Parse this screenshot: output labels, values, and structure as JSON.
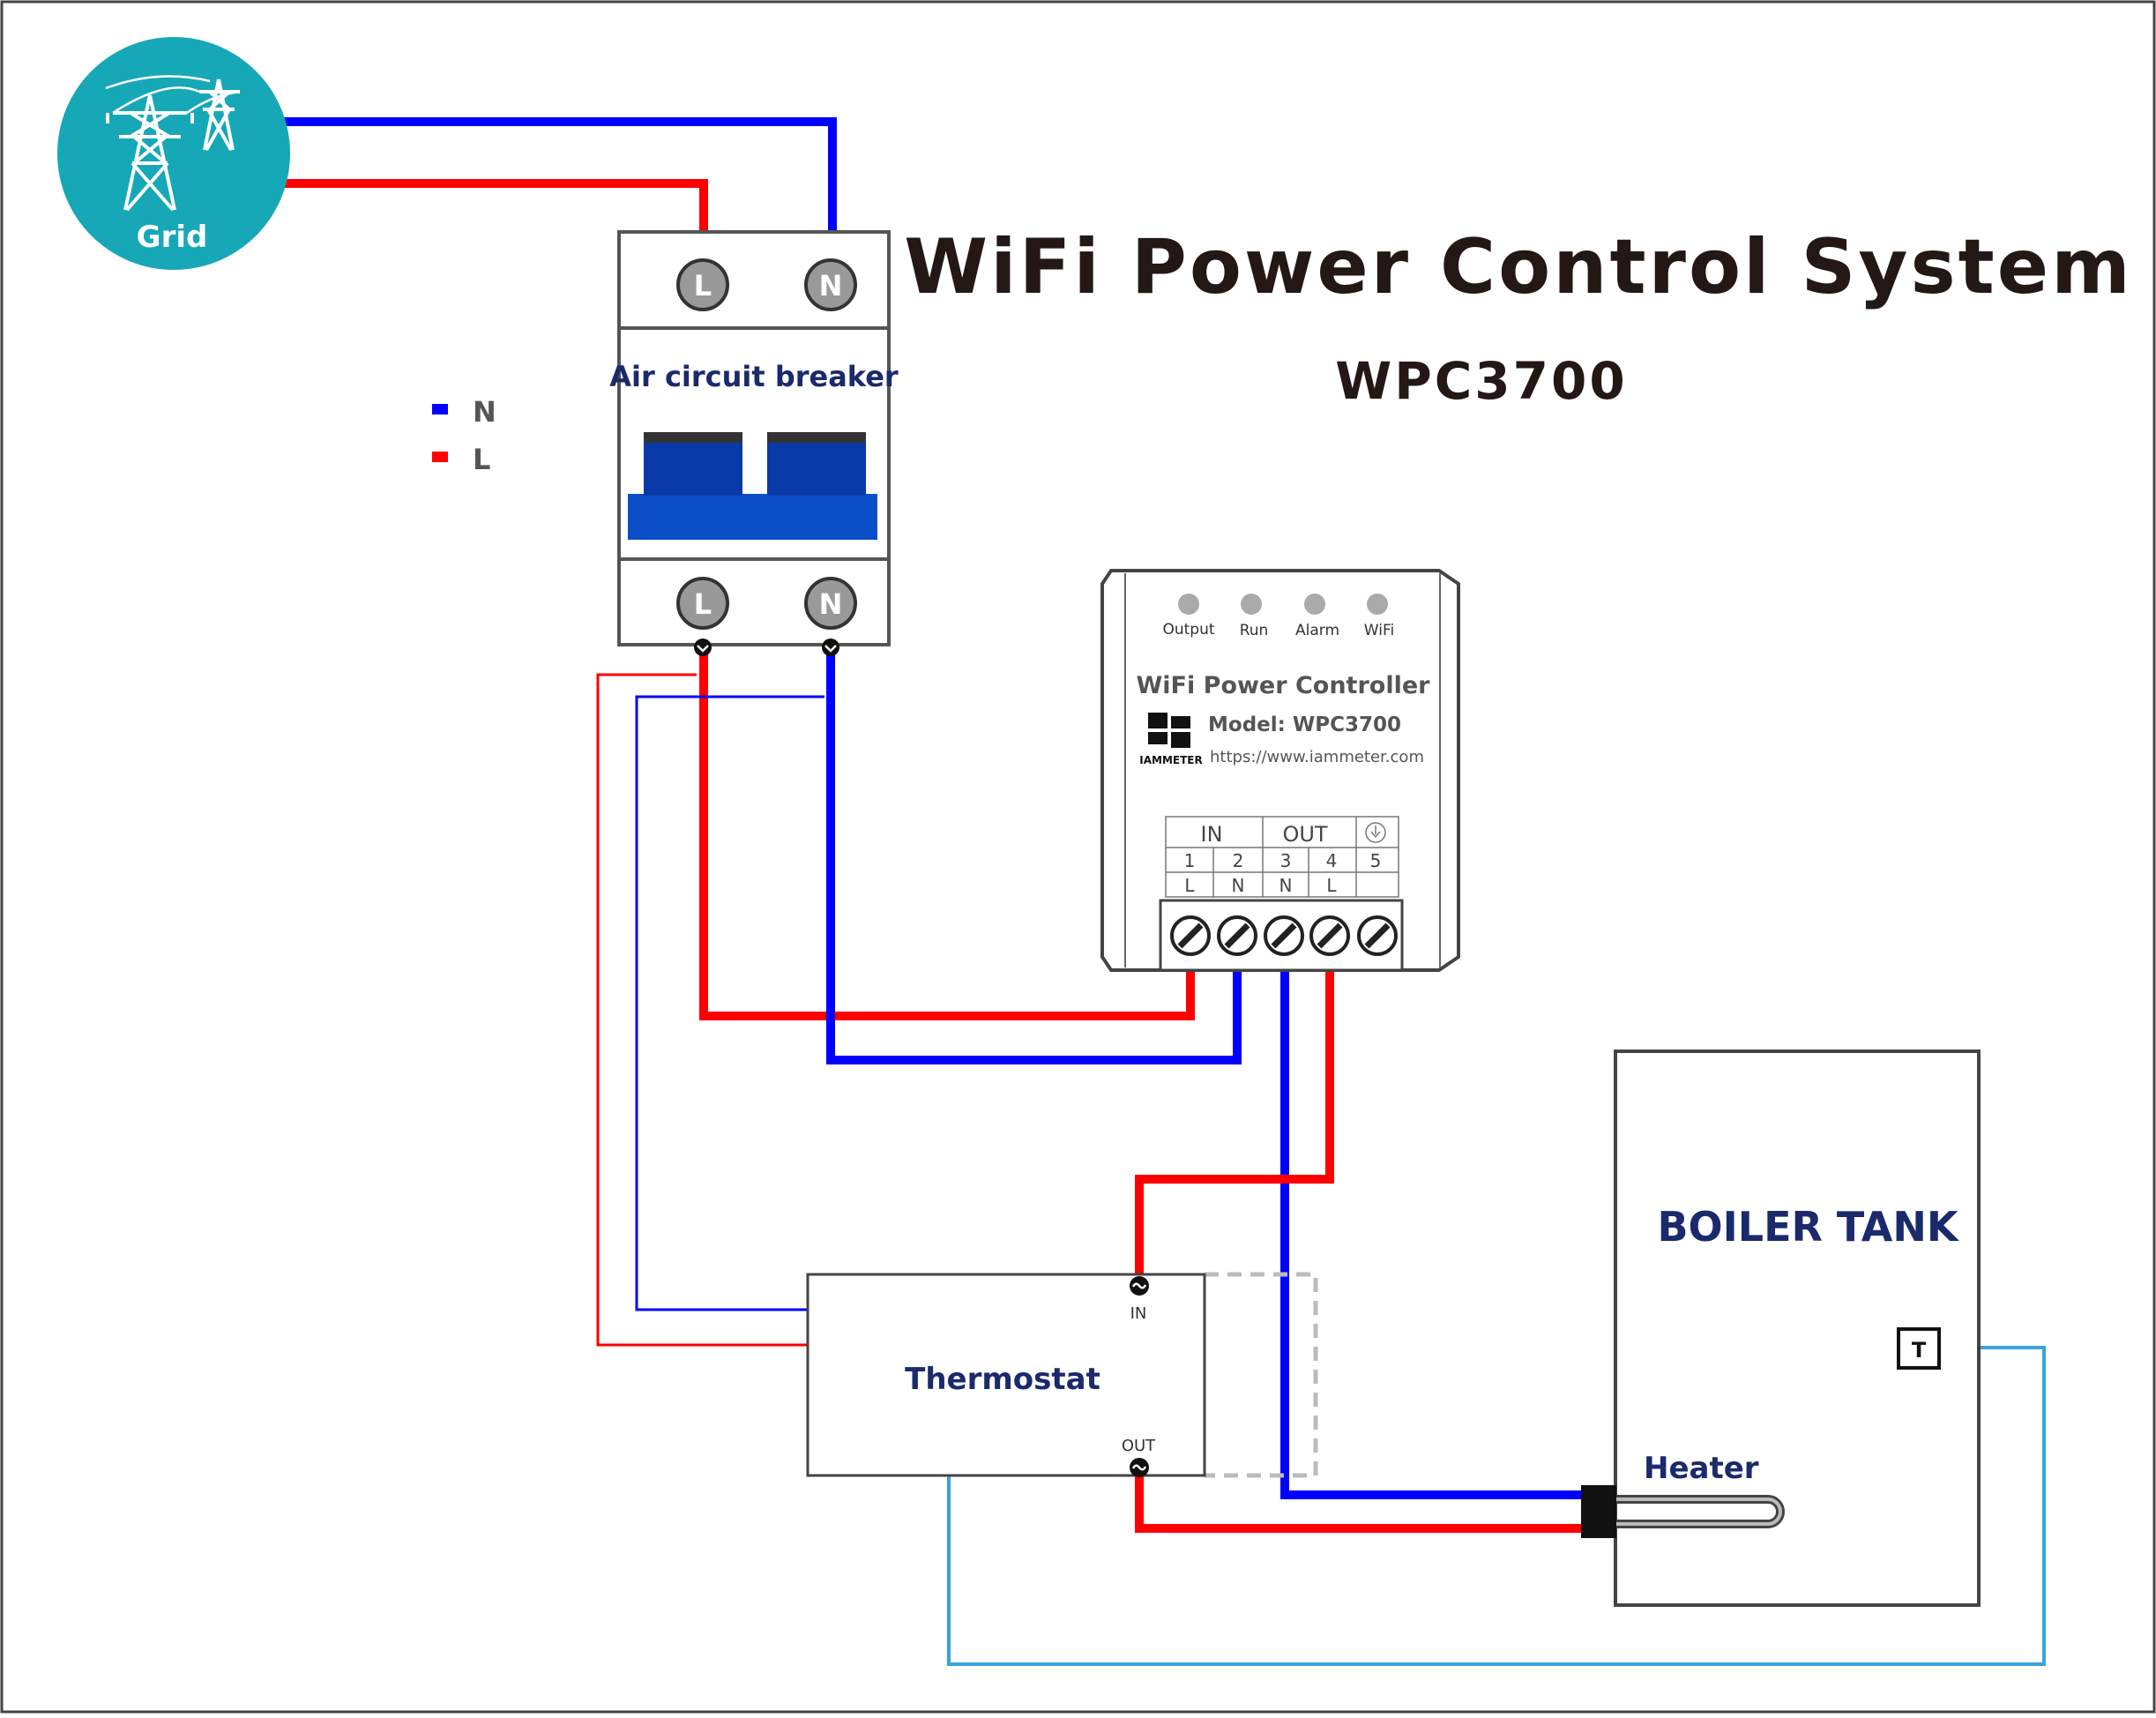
{
  "header": {
    "title": "WiFi Power Control System",
    "subtitle": "WPC3700"
  },
  "grid": {
    "label": "Grid"
  },
  "legend": {
    "items": [
      {
        "label": "N",
        "color": "#0000ff"
      },
      {
        "label": "L",
        "color": "#ff0000"
      }
    ]
  },
  "breaker": {
    "label": "Air circuit breaker",
    "top_terminals": [
      "L",
      "N"
    ],
    "bottom_terminals": [
      "L",
      "N"
    ]
  },
  "controller": {
    "leds": [
      "Output",
      "Run",
      "Alarm",
      "WiFi"
    ],
    "name": "WiFi Power Controller",
    "model": "Model: WPC3700",
    "brand": "IAMMETER",
    "url": "https://www.iammeter.com",
    "table": {
      "groups": [
        "IN",
        "OUT"
      ],
      "numbers": [
        "1",
        "2",
        "3",
        "4",
        "5"
      ],
      "letters": [
        "L",
        "N",
        "N",
        "L"
      ]
    }
  },
  "thermostat": {
    "label": "Thermostat",
    "in_label": "IN",
    "out_label": "OUT"
  },
  "boiler": {
    "label": "BOILER TANK",
    "heater_label": "Heater",
    "sensor_label": "T"
  },
  "colors": {
    "neutral": "#0000ff",
    "live": "#ff0000",
    "sensor": "#3aa3dc",
    "grid": "#17a8b8",
    "breaker_blue": "#0a3aa8",
    "label_navy": "#1a2a6c"
  }
}
